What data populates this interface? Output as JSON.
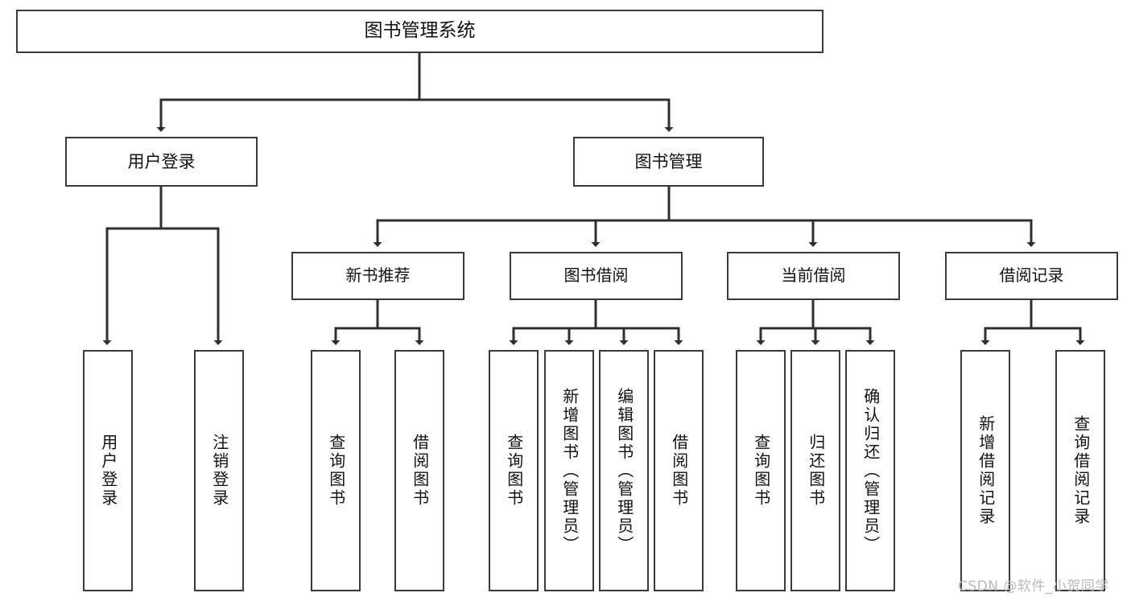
{
  "diagram": {
    "title": "图书管理系统",
    "type": "tree-hierarchy-diagram",
    "root": {
      "label": "图书管理系统"
    },
    "level2": [
      {
        "label": "用户登录"
      },
      {
        "label": "图书管理"
      }
    ],
    "level3": [
      {
        "label": "新书推荐"
      },
      {
        "label": "图书借阅"
      },
      {
        "label": "当前借阅"
      },
      {
        "label": "借阅记录"
      }
    ],
    "leaves": {
      "user_login": [
        {
          "label": "用户登录"
        },
        {
          "label": "注销登录"
        }
      ],
      "new_book_recommend": [
        {
          "label": "查询图书"
        },
        {
          "label": "借阅图书"
        }
      ],
      "book_borrow": [
        {
          "label": "查询图书"
        },
        {
          "label": "新增图书（管理员）"
        },
        {
          "label": "编辑图书（管理员）"
        },
        {
          "label": "借阅图书"
        }
      ],
      "current_borrow": [
        {
          "label": "查询图书"
        },
        {
          "label": "归还图书"
        },
        {
          "label": "确认归还（管理员）"
        }
      ],
      "borrow_record": [
        {
          "label": "新增借阅记录"
        },
        {
          "label": "查询借阅记录"
        }
      ]
    }
  },
  "watermark": {
    "text": "CSDN @软件_小贺同学"
  },
  "colors": {
    "border": "#3a3a3a",
    "background": "#ffffff",
    "text": "#111111",
    "watermark": "#b9b9b9"
  }
}
